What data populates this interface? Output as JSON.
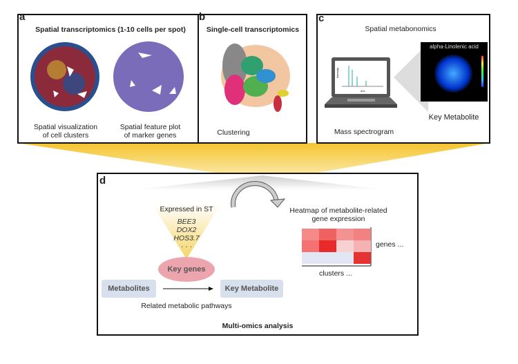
{
  "panel_a": {
    "letter": "a",
    "title": "Spatial transcriptomics (1-10 cells per spot)",
    "caption1": [
      "Spatial visualization",
      "of cell clusters"
    ],
    "caption2": [
      "Spatial feature plot",
      "of marker genes"
    ]
  },
  "panel_b": {
    "letter": "b",
    "title": "Single-cell transcriptomics",
    "caption": "Clustering"
  },
  "panel_c": {
    "letter": "c",
    "title": "Spatial metabonomics",
    "laptop_caption": "Mass spectrogram",
    "image_title": "alpha-Linolenic acid",
    "image_caption": "Key Metabolite",
    "plot_ylabel": "Intensity",
    "plot_xlabel": "m/z"
  },
  "panel_d": {
    "letter": "d",
    "expressed": "Expressed in ST",
    "genes": [
      "BEE3",
      "DOX2",
      "HOS3.7",
      "· · ·"
    ],
    "key_genes": "Key genes",
    "metabolites": "Metabolites",
    "key_metabolite": "Key Metabolite",
    "pathways": "Related metabolic pathways",
    "heatmap_title": [
      "Heatmap of metabolite-related",
      "gene expression"
    ],
    "heatmap_genes": "genes ...",
    "heatmap_clusters": "clusters ...",
    "footer": "Multi-omics analysis",
    "heatmap": [
      [
        "#f48a8a",
        "#f06262",
        "#f49292",
        "#f28282"
      ],
      [
        "#f47272",
        "#e82a2a",
        "#f8d2d2",
        "#f6b2b2"
      ],
      [
        "#e2e6f4",
        "#e2e6f4",
        "#e2e6f4",
        "#e53232"
      ]
    ]
  }
}
